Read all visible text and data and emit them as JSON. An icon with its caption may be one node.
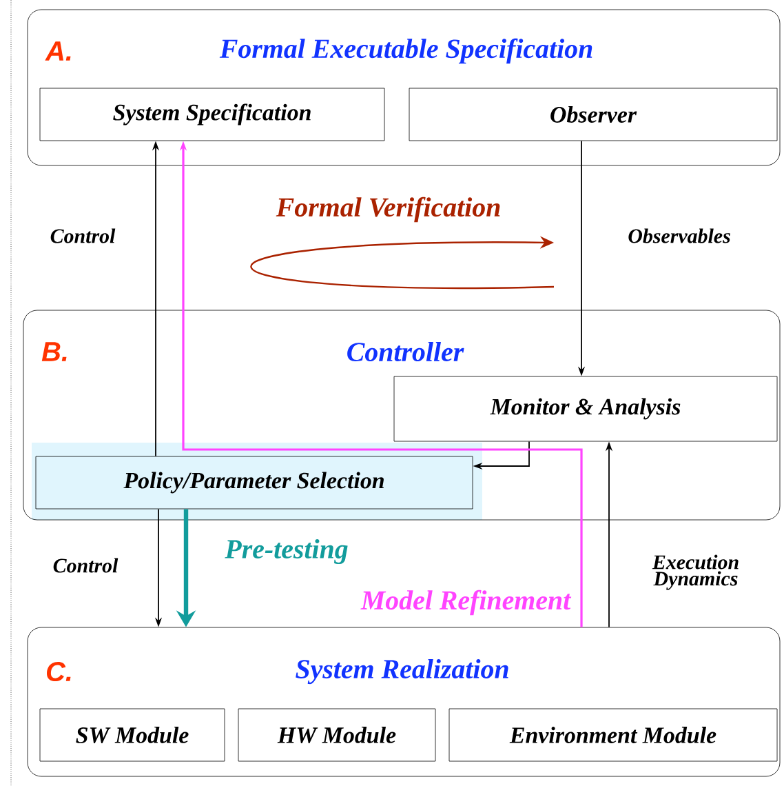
{
  "diagram": {
    "nodes": [
      {
        "text": [
          "A.",
          "Formal Executable Specification"
        ]
      },
      {
        "text": [
          "System Specification"
        ],
        "in": 0
      },
      {
        "text": [
          "Observer"
        ],
        "in": 0
      },
      {
        "text": [
          "B.",
          "Controller"
        ]
      },
      {
        "text": [
          "Monitor & Analysis"
        ],
        "in": 3
      },
      {
        "text": [
          "Policy/Parameter Selection"
        ],
        "in": 3
      },
      {
        "text": [
          "C.",
          "System Realization"
        ]
      },
      {
        "text": [
          "SW Module"
        ],
        "in": 6
      },
      {
        "text": [
          "HW Module"
        ],
        "in": 6
      },
      {
        "text": [
          "Environment Module"
        ],
        "in": 6
      }
    ],
    "edges": [
      {
        "from": 5,
        "to": 1,
        "arrow": "to",
        "label": "Control"
      },
      {
        "from": 2,
        "to": 4,
        "arrow": "to",
        "label": "Observables"
      },
      {
        "from": 4,
        "to": 5,
        "arrow": "to"
      },
      {
        "from": 5,
        "to": 6,
        "arrow": "to",
        "label": "Control"
      },
      {
        "from": 5,
        "to": 6,
        "arrow": "to",
        "label": "Pre-testing",
        "style": "thick",
        "color": "#129c9c"
      },
      {
        "from": 6,
        "to": 4,
        "arrow": "to",
        "label": "Execution Dynamics"
      },
      {
        "from": 6,
        "to": 1,
        "arrow": "to",
        "label": "Model Refinement",
        "color": "#ff44ff"
      }
    ],
    "labels": [
      "Formal Verification"
    ]
  }
}
